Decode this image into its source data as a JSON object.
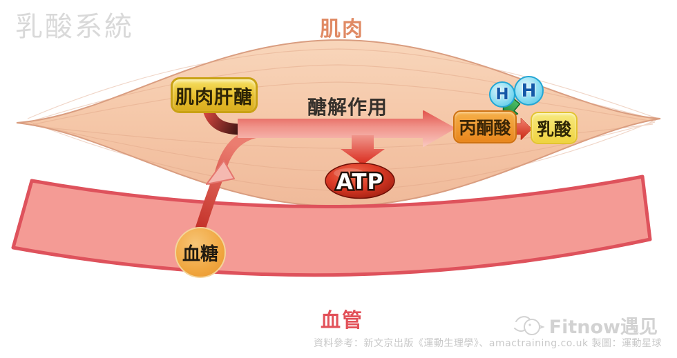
{
  "title": "乳酸系統",
  "region_labels": {
    "muscle": "肌肉",
    "vessel": "血管"
  },
  "nodes": {
    "glycogen": "肌肉肝醣",
    "glycolysis": "醣解作用",
    "pyruvate": "丙酮酸",
    "lactate": "乳酸",
    "atp": "ATP",
    "glucose": "血糖",
    "h1": "H",
    "h2": "H"
  },
  "flows": [
    {
      "from": "肌肉肝醣",
      "to": "丙酮酸",
      "label": "醣解作用"
    },
    {
      "from": "醣解作用",
      "to": "ATP"
    },
    {
      "from": "血糖",
      "to": "醣解作用"
    },
    {
      "from": "丙酮酸",
      "to": "乳酸"
    },
    {
      "from": "H",
      "to": "乳酸"
    }
  ],
  "footer": {
    "credit": "資料參考：新文京出版《運動生理學》、amactraining.co.uk 製圖：運動星球"
  },
  "watermark": {
    "brand": "Fitnow遇见"
  },
  "colors": {
    "muscle_fill": "#F5C7A8",
    "muscle_outline": "#D89A7C",
    "vessel_fill": "#F49B95",
    "vessel_outline": "#DE525C",
    "glycogen_box": "#E8C433",
    "pyruvate_box": "#EE9A2E",
    "lactate_box": "#F2DC55",
    "glucose_circle": "#F0A63F",
    "hydrogen_circle": "#7FD8F0",
    "hydrogen_text": "#1459A8",
    "atp_red": "#C02A18",
    "arrow_pink": "#F2948A",
    "arrow_red": "#D8352A",
    "green_arrow": "#2E9E4F",
    "title_gray": "#D9D9D9",
    "muscle_label_color": "#E08A64",
    "vessel_label_color": "#E25159"
  }
}
